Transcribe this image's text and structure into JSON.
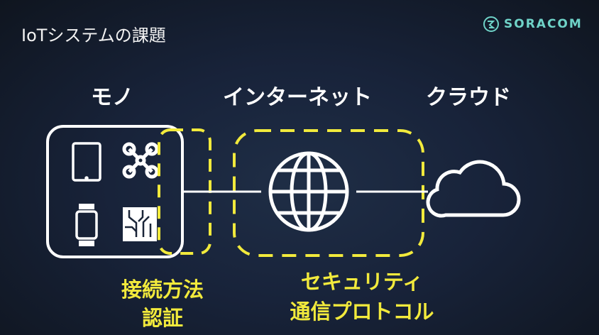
{
  "slide": {
    "title": "IoTシステムの課題"
  },
  "logo": {
    "text": "SORACOM"
  },
  "labels": {
    "things": "モノ",
    "internet": "インターネット",
    "cloud": "クラウド"
  },
  "issues": {
    "connection": [
      "接続方法",
      "認証"
    ],
    "internet": [
      "セキュリティ",
      "通信プロトコル"
    ]
  },
  "colors": {
    "accent": "#f2ea3c",
    "logo": "#6fd3c8",
    "foreground": "#ffffff"
  }
}
